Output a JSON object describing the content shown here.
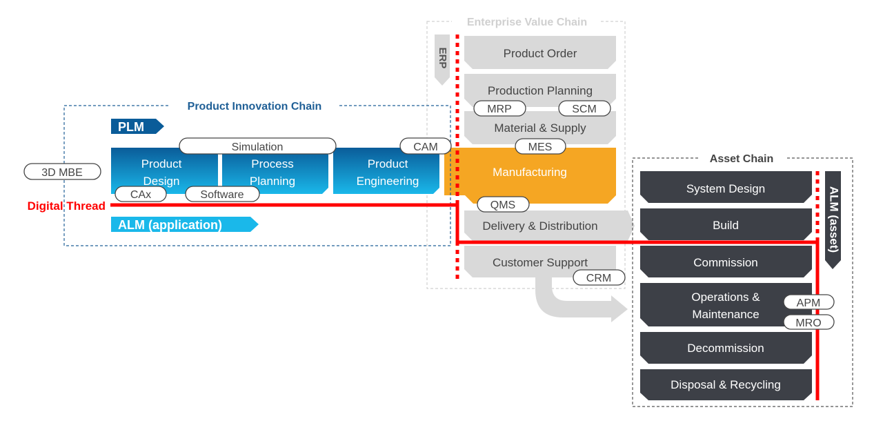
{
  "colors": {
    "plm_dark": "#0a5c99",
    "plm_light": "#1ab8ea",
    "alm_app": "#1ab8ea",
    "pic_border": "#1f5f96",
    "evc_gray": "#d9d9d9",
    "evc_text": "#444444",
    "evc_title": "#d0d0d0",
    "manufacturing": "#f5a623",
    "asset_dark": "#3d4047",
    "thread_red": "#ff0000"
  },
  "product_innovation_chain": {
    "title": "Product Innovation Chain",
    "plm_label": "PLM",
    "alm_label": "ALM (application)",
    "stages": [
      {
        "line1": "Product",
        "line2": "Design"
      },
      {
        "line1": "Process",
        "line2": "Planning"
      },
      {
        "line1": "Product",
        "line2": "Engineering"
      }
    ],
    "tags": {
      "simulation": "Simulation",
      "cax": "CAx",
      "software": "Software",
      "cam": "CAM"
    }
  },
  "external": {
    "mbe": "3D MBE",
    "digital_thread": "Digital Thread"
  },
  "enterprise_value_chain": {
    "title": "Enterprise Value Chain",
    "erp_label": "ERP",
    "stages": [
      "Product Order",
      "Production Planning",
      "Material & Supply",
      "Manufacturing",
      "Delivery & Distribution",
      "Customer Support"
    ],
    "tags": {
      "mrp": "MRP",
      "scm": "SCM",
      "mes": "MES",
      "qms": "QMS",
      "crm": "CRM"
    }
  },
  "asset_chain": {
    "title": "Asset Chain",
    "alm_label": "ALM (asset)",
    "stages": [
      {
        "line1": "System Design"
      },
      {
        "line1": "Build"
      },
      {
        "line1": "Commission"
      },
      {
        "line1": "Operations &",
        "line2": "Maintenance"
      },
      {
        "line1": "Decommission"
      },
      {
        "line1": "Disposal & Recycling"
      }
    ],
    "tags": {
      "apm": "APM",
      "mro": "MRO"
    }
  }
}
